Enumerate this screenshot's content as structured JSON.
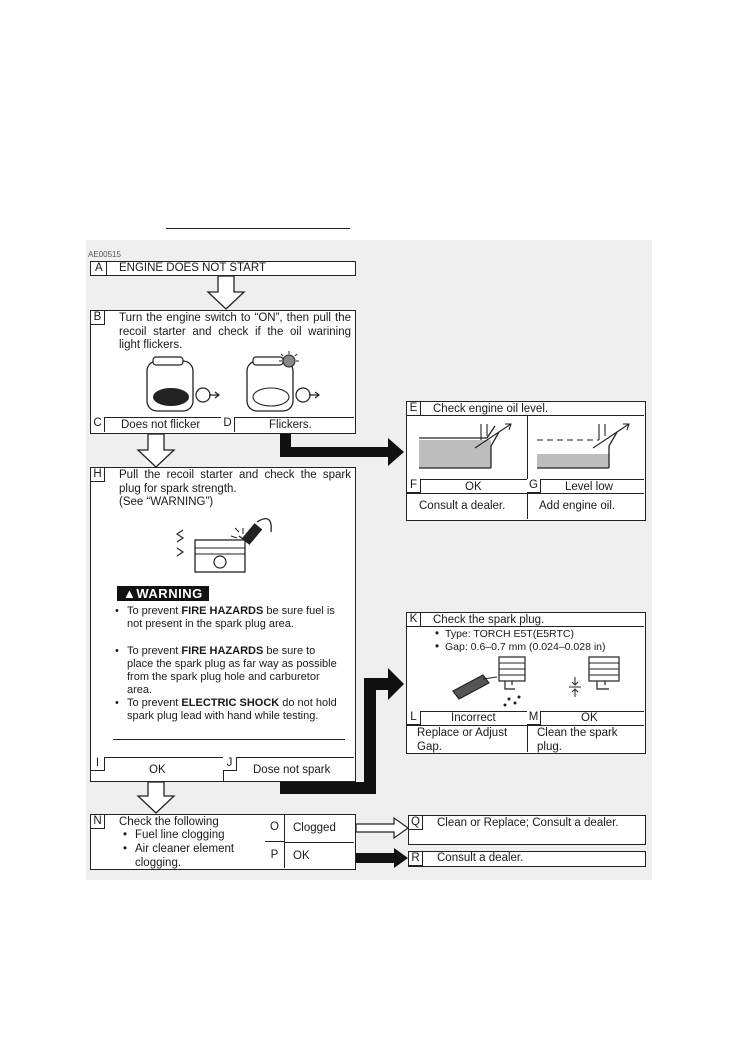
{
  "header": {
    "code": "AE00515"
  },
  "boxes": {
    "A": {
      "letter": "A",
      "text": "ENGINE DOES NOT START"
    },
    "B": {
      "letter": "B",
      "text": "Turn the engine switch to “ON”, then pull the recoil starter and check if the oil warining light flickers."
    },
    "C": {
      "letter": "C",
      "text": "Does not flicker"
    },
    "D": {
      "letter": "D",
      "text": "Flickers."
    },
    "E": {
      "letter": "E",
      "text": "Check engine oil level."
    },
    "F": {
      "letter": "F",
      "text": "OK"
    },
    "G": {
      "letter": "G",
      "text": "Level low"
    },
    "F_action": "Consult a dealer.",
    "G_action": "Add engine oil.",
    "H": {
      "letter": "H",
      "text": "Pull the recoil starter and check the spark plug for spark strength.",
      "sub": "(See “WARNING”)"
    },
    "warning": {
      "badge": "▲WARNING",
      "items": [
        {
          "pre": "To prevent ",
          "bold": "FIRE HAZARDS",
          "post": " be sure fuel is not present in the spark plug area."
        },
        {
          "pre": "To prevent ",
          "bold": "FIRE HAZARDS",
          "post": " be sure to place the spark plug as far way as possible from the spark plug hole and carburetor area."
        },
        {
          "pre": "To prevent ",
          "bold": "ELECTRIC SHOCK",
          "post": " do not hold spark plug lead with hand while testing."
        }
      ]
    },
    "I": {
      "letter": "I",
      "text": "OK"
    },
    "J": {
      "letter": "J",
      "text": "Dose not spark"
    },
    "K": {
      "letter": "K",
      "text": "Check the spark plug.",
      "items": [
        "Type: TORCH E5T(E5RTC)",
        "Gap: 0.6–0.7 mm (0.024–0.028 in)"
      ]
    },
    "L": {
      "letter": "L",
      "text": "Incorrect"
    },
    "M": {
      "letter": "M",
      "text": "OK"
    },
    "L_action": "Replace or Adjust Gap.",
    "M_action": "Clean the spark plug.",
    "N": {
      "letter": "N",
      "text": "Check the following",
      "items": [
        "Fuel line clogging",
        "Air cleaner element clogging."
      ]
    },
    "O": {
      "letter": "O",
      "text": "Clogged"
    },
    "P": {
      "letter": "P",
      "text": "OK"
    },
    "Q": {
      "letter": "Q",
      "text": "Clean or Replace; Consult a dealer."
    },
    "R": {
      "letter": "R",
      "text": "Consult a dealer."
    }
  }
}
